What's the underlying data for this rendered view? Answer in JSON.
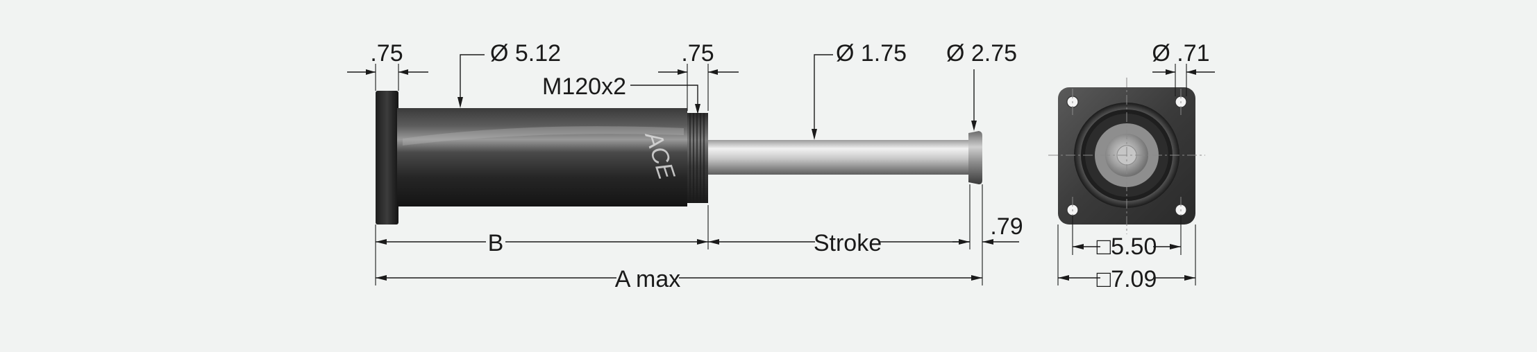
{
  "colors": {
    "background": "#f1f3f2",
    "body_dark": "#2a2a2a",
    "body_highlight": "#9a9a9a",
    "rod_light": "#e8e8e8",
    "rod_dark": "#6a6a6a",
    "dimension_line": "#1a1a1a"
  },
  "logo": {
    "text": "ACE"
  },
  "dimensions": {
    "flange_thickness": ".75",
    "body_diameter": "Ø 5.12",
    "thread_length": ".75",
    "thread_spec": "M120x2",
    "rod_diameter": "Ø 1.75",
    "button_diameter": "Ø 2.75",
    "mount_hole_diameter": "Ø .71",
    "length_b": "B",
    "stroke": "Stroke",
    "button_thickness": ".79",
    "overall_length": "A max",
    "hole_pattern_square": "□5.50",
    "flange_square": "□7.09"
  }
}
